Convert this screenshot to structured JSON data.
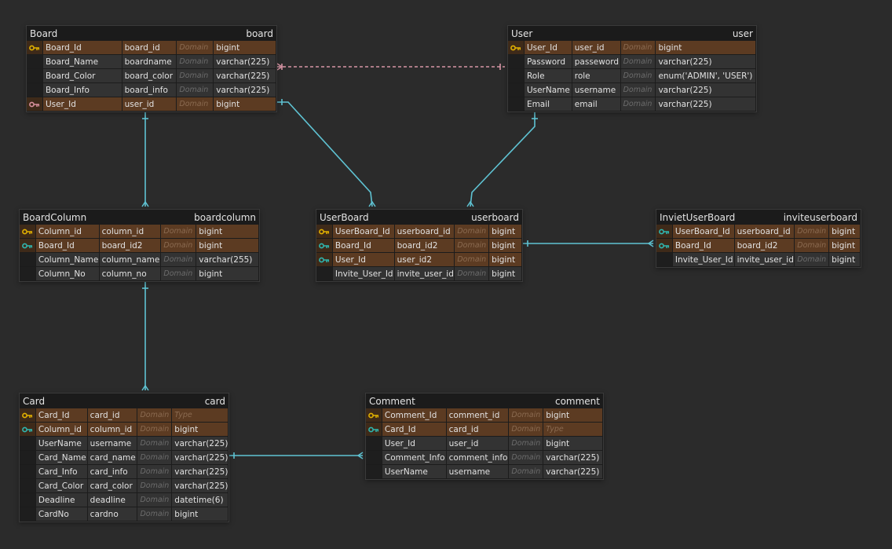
{
  "colors": {
    "background": "#2b2b2b",
    "key_row": "#5c3b22",
    "primary_key_icon": "#e2b100",
    "foreign_key_icon": "#2fb7b0",
    "ref_key_icon": "#d8909c",
    "link_line": "#5fc3d3",
    "dashed_link": "#d896a6"
  },
  "tables": [
    {
      "id": "board",
      "title": "Board",
      "name": "board",
      "rows": [
        {
          "key": "primary-key-icon",
          "logical": "Board_Id",
          "physical": "board_id",
          "domain": "Domain",
          "type": "bigint"
        },
        {
          "key": "",
          "logical": "Board_Name",
          "physical": "boardname",
          "domain": "Domain",
          "type": "varchar(225)"
        },
        {
          "key": "",
          "logical": "Board_Color",
          "physical": "board_color",
          "domain": "Domain",
          "type": "varchar(225)"
        },
        {
          "key": "",
          "logical": "Board_Info",
          "physical": "board_info",
          "domain": "Domain",
          "type": "varchar(225)"
        },
        {
          "key": "ref-key-icon",
          "logical": "User_Id",
          "physical": "user_id",
          "domain": "Domain",
          "type": "bigint"
        }
      ]
    },
    {
      "id": "user",
      "title": "User",
      "name": "user",
      "rows": [
        {
          "key": "primary-key-icon",
          "logical": "User_Id",
          "physical": "user_id",
          "domain": "Domain",
          "type": "bigint"
        },
        {
          "key": "",
          "logical": "Password",
          "physical": "passeword",
          "domain": "Domain",
          "type": "varchar(225)"
        },
        {
          "key": "",
          "logical": "Role",
          "physical": "role",
          "domain": "Domain",
          "type": "enum('ADMIN', 'USER')"
        },
        {
          "key": "",
          "logical": "UserName",
          "physical": "username",
          "domain": "Domain",
          "type": "varchar(225)"
        },
        {
          "key": "",
          "logical": "Email",
          "physical": "email",
          "domain": "Domain",
          "type": "varchar(225)"
        }
      ]
    },
    {
      "id": "boardcolumn",
      "title": "BoardColumn",
      "name": "boardcolumn",
      "rows": [
        {
          "key": "primary-key-icon",
          "logical": "Column_id",
          "physical": "column_id",
          "domain": "Domain",
          "type": "bigint"
        },
        {
          "key": "foreign-key-icon",
          "logical": "Board_Id",
          "physical": "board_id2",
          "domain": "Domain",
          "type": "bigint"
        },
        {
          "key": "",
          "logical": "Column_Name",
          "physical": "column_name",
          "domain": "Domain",
          "type": "varchar(255)"
        },
        {
          "key": "",
          "logical": "Column_No",
          "physical": "column_no",
          "domain": "Domain",
          "type": "bigint"
        }
      ]
    },
    {
      "id": "userboard",
      "title": "UserBoard",
      "name": "userboard",
      "rows": [
        {
          "key": "primary-key-icon",
          "logical": "UserBoard_Id",
          "physical": "userboard_id",
          "domain": "Domain",
          "type": "bigint"
        },
        {
          "key": "foreign-key-icon",
          "logical": "Board_Id",
          "physical": "board_id2",
          "domain": "Domain",
          "type": "bigint"
        },
        {
          "key": "foreign-key-icon",
          "logical": "User_Id",
          "physical": "user_id2",
          "domain": "Domain",
          "type": "bigint"
        },
        {
          "key": "",
          "logical": "Invite_User_Id",
          "physical": "invite_user_id",
          "domain": "Domain",
          "type": "bigint"
        }
      ]
    },
    {
      "id": "inviteuserboard",
      "title": "InvietUserBoard",
      "name": "inviteuserboard",
      "rows": [
        {
          "key": "foreign-key-icon",
          "logical": "UserBoard_Id",
          "physical": "userboard_id",
          "domain": "Domain",
          "type": "bigint"
        },
        {
          "key": "foreign-key-icon",
          "logical": "Board_Id",
          "physical": "board_id2",
          "domain": "Domain",
          "type": "bigint"
        },
        {
          "key": "",
          "logical": "Invite_User_Id",
          "physical": "invite_user_id",
          "domain": "Domain",
          "type": "bigint"
        }
      ]
    },
    {
      "id": "card",
      "title": "Card",
      "name": "card",
      "rows": [
        {
          "key": "primary-key-icon",
          "logical": "Card_Id",
          "physical": "card_id",
          "domain": "Domain",
          "type": "Type",
          "type_placeholder": true
        },
        {
          "key": "foreign-key-icon",
          "logical": "Column_id",
          "physical": "column_id",
          "domain": "Domain",
          "type": "bigint"
        },
        {
          "key": "",
          "logical": "UserName",
          "physical": "username",
          "domain": "Domain",
          "type": "varchar(225)"
        },
        {
          "key": "",
          "logical": "Card_Name",
          "physical": "card_name",
          "domain": "Domain",
          "type": "varchar(225)"
        },
        {
          "key": "",
          "logical": "Card_Info",
          "physical": "card_info",
          "domain": "Domain",
          "type": "varchar(225)"
        },
        {
          "key": "",
          "logical": "Card_Color",
          "physical": "card_color",
          "domain": "Domain",
          "type": "varchar(225)"
        },
        {
          "key": "",
          "logical": "Deadline",
          "physical": "deadline",
          "domain": "Domain",
          "type": "datetime(6)"
        },
        {
          "key": "",
          "logical": "CardNo",
          "physical": "cardno",
          "domain": "Domain",
          "type": "bigint"
        }
      ]
    },
    {
      "id": "comment",
      "title": "Comment",
      "name": "comment",
      "rows": [
        {
          "key": "primary-key-icon",
          "logical": "Comment_Id",
          "physical": "comment_id",
          "domain": "Domain",
          "type": "bigint"
        },
        {
          "key": "foreign-key-icon",
          "logical": "Card_Id",
          "physical": "card_id",
          "domain": "Domain",
          "type": "Type",
          "type_placeholder": true
        },
        {
          "key": "",
          "logical": "User_Id",
          "physical": "user_id",
          "domain": "Domain",
          "type": "bigint"
        },
        {
          "key": "",
          "logical": "Comment_Info",
          "physical": "comment_info",
          "domain": "Domain",
          "type": "varchar(225)"
        },
        {
          "key": "",
          "logical": "UserName",
          "physical": "username",
          "domain": "Domain",
          "type": "varchar(225)"
        }
      ]
    }
  ]
}
